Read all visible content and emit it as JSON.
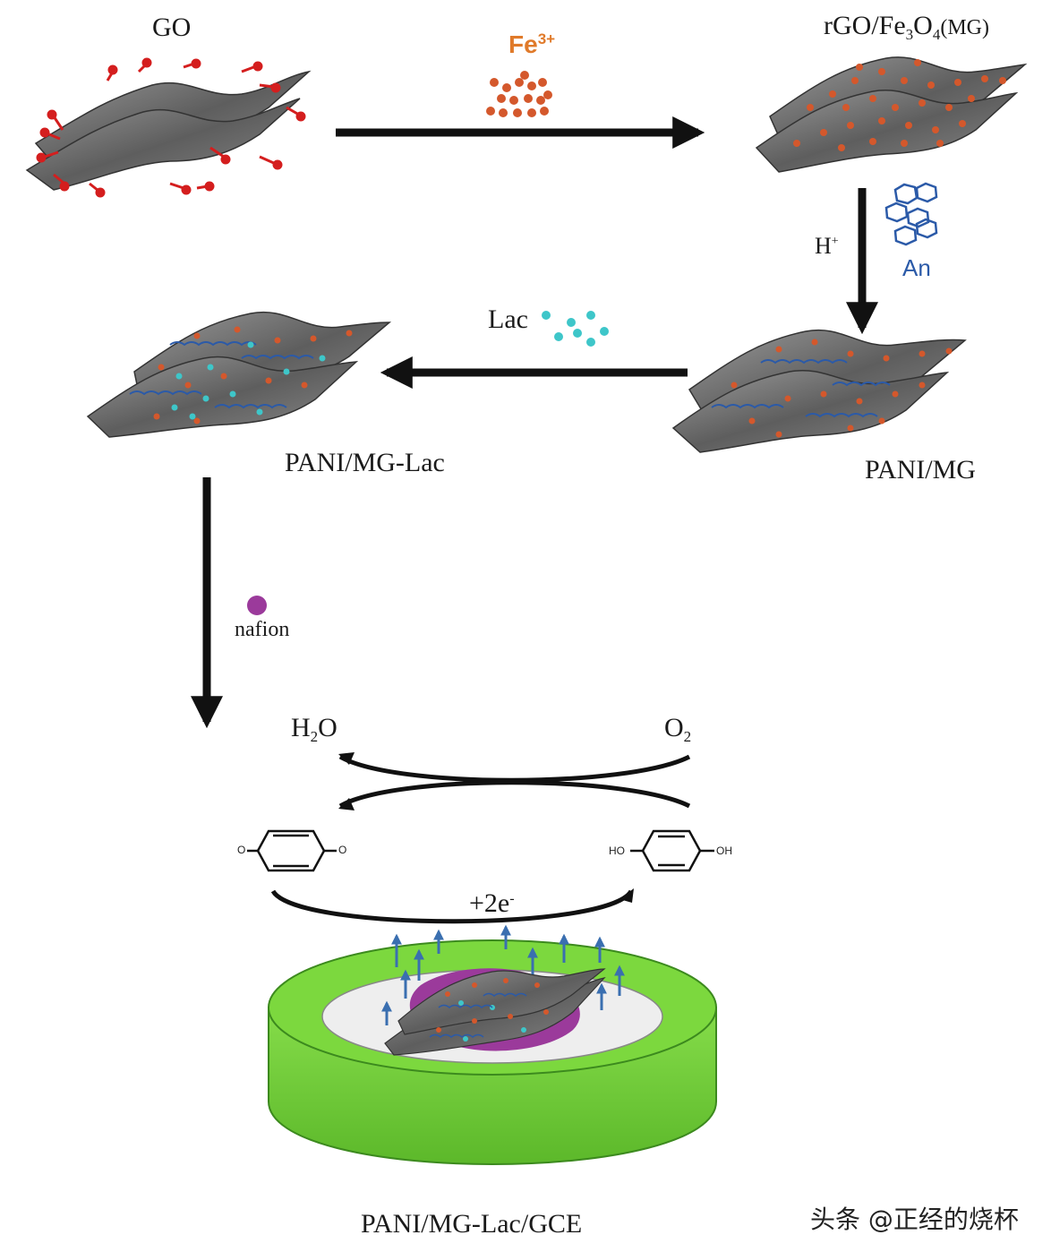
{
  "labels": {
    "go": "GO",
    "rgo_prefix": "rGO/Fe",
    "rgo_sub1": "3",
    "rgo_mid": "O",
    "rgo_sub2": "4",
    "rgo_suffix": "(MG)",
    "fe_base": "Fe",
    "fe_charge": "3+",
    "h_base": "H",
    "h_charge": "+",
    "an": "An",
    "lac": "Lac",
    "pani_mg": "PANI/MG",
    "pani_mg_lac": "PANI/MG-Lac",
    "nafion": "nafion",
    "h2o_a": "H",
    "h2o_sub": "2",
    "h2o_b": "O",
    "o2_base": "O",
    "o2_sub": "2",
    "electron_base": "+2e",
    "electron_charge": "-",
    "ho_left": "HO",
    "oh_right": "OH",
    "o_left": "O",
    "o_right": "O",
    "final": "PANI/MG-Lac/GCE",
    "watermark": "头条 @正经的烧杯"
  },
  "colors": {
    "sheet": "#6e6e6e",
    "fe_particle": "#d4582c",
    "fe_text": "#e07a2a",
    "aniline": "#2b5aa8",
    "laccase": "#3ec6c9",
    "nafion": "#9b3a9b",
    "electrode_green": "#74d33a",
    "arrow": "#111111",
    "go_groups": "#d41e1e"
  }
}
